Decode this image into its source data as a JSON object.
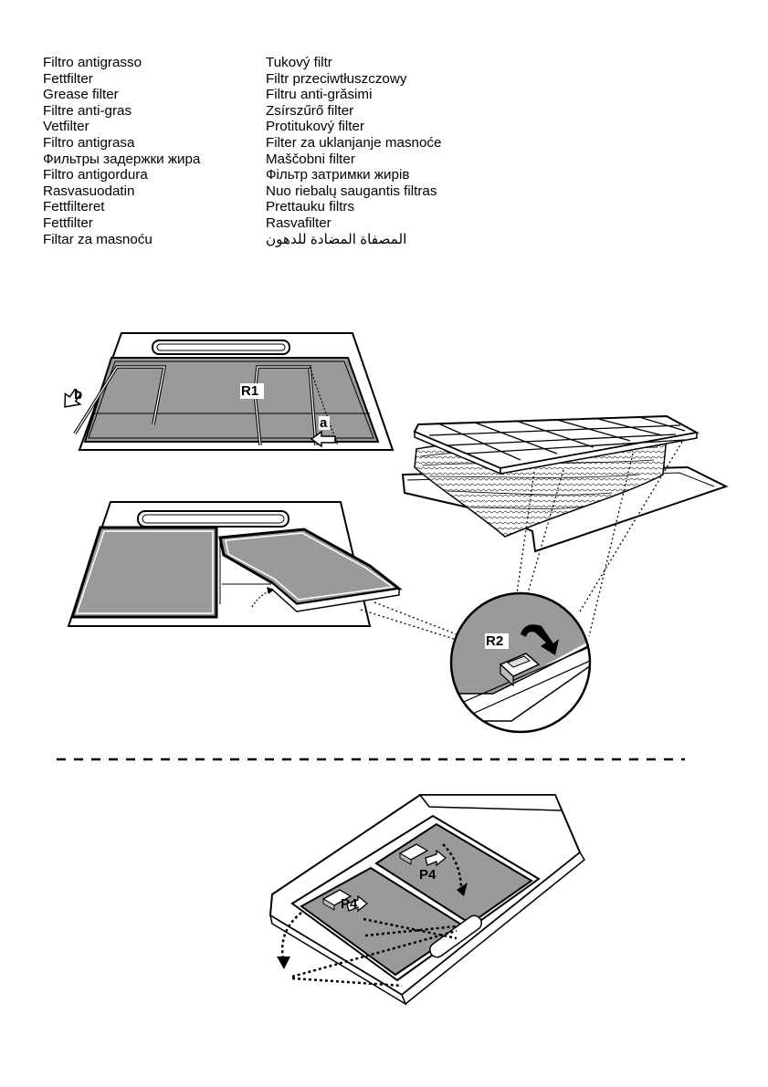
{
  "filter_names": {
    "left": [
      "Filtro antigrasso",
      "Fettfilter",
      "Grease filter",
      "Filtre anti-gras",
      "Vetfilter",
      "Filtro antigrasa",
      "Фильтры задержки жира",
      "Filtro antigordura",
      "Rasvasuodatin",
      "Fettfilteret",
      "Fettfilter",
      "Filtar za  masnoću"
    ],
    "right": [
      "Tukový filtr",
      "Filtr przeciwtłuszczowy",
      "Filtru anti-grăsimi",
      "Zsírszűrő filter",
      "Protitukový filter",
      "Filter za uklanjanje masnoće",
      "Maščobni filter",
      "Фільтр затримки жирів",
      "Nuo riebalų saugantis filtras",
      "Prettauku filtrs",
      "Rasvafilter",
      "المصفاة المضادة للدهون"
    ]
  },
  "figure_labels": {
    "b": "b",
    "r1": "R1",
    "a": "a",
    "r2": "R2",
    "p4_upper": "P4",
    "p4_lower": "P4"
  },
  "colors": {
    "filter_fill": "#9a9a9a",
    "line": "#000000",
    "background": "#ffffff"
  }
}
